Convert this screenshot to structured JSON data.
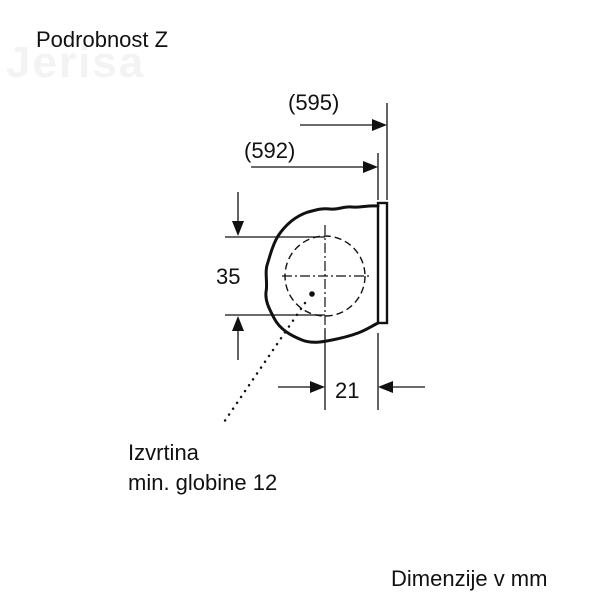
{
  "diagram": {
    "title": "Podrobnost Z",
    "watermark": "Jerisa",
    "dimensions": {
      "outer_depth": "(595)",
      "inner_depth": "(592)",
      "hole_offset": "35",
      "hole_distance": "21"
    },
    "note": {
      "line1": "Izvrtina",
      "line2": "min. globine 12"
    },
    "units_label": "Dimenzije v mm",
    "colors": {
      "line": "#111111",
      "background": "#ffffff"
    }
  }
}
